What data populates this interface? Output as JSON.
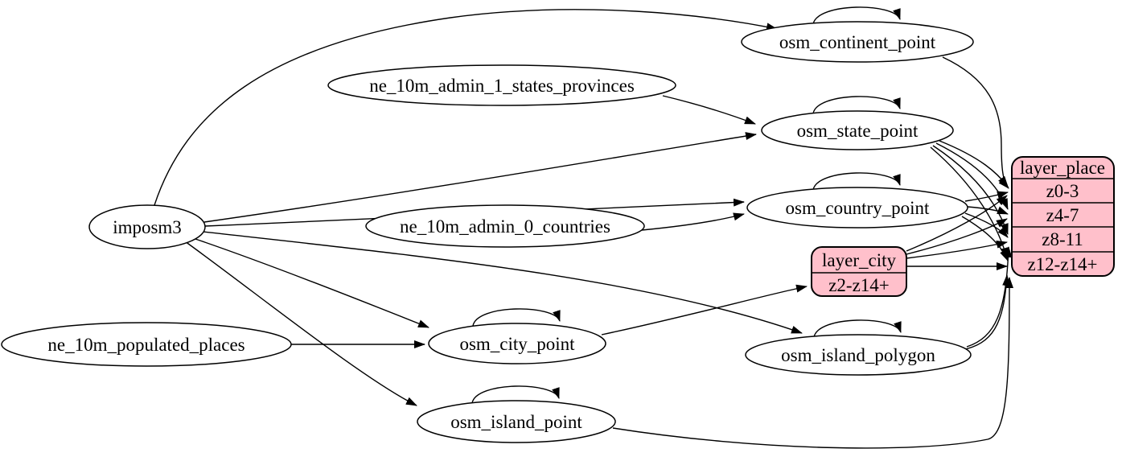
{
  "colors": {
    "record_fill": "#ffc0cb",
    "node_fill": "#ffffff",
    "stroke": "#000000",
    "background": "#ffffff"
  },
  "nodes": {
    "imposm3": "imposm3",
    "ne_10m_admin_1_states_provinces": "ne_10m_admin_1_states_provinces",
    "ne_10m_admin_0_countries": "ne_10m_admin_0_countries",
    "ne_10m_populated_places": "ne_10m_populated_places",
    "osm_continent_point": "osm_continent_point",
    "osm_state_point": "osm_state_point",
    "osm_country_point": "osm_country_point",
    "osm_city_point": "osm_city_point",
    "osm_island_polygon": "osm_island_polygon",
    "osm_island_point": "osm_island_point"
  },
  "records": {
    "layer_place": {
      "title": "layer_place",
      "rows": [
        "z0-3",
        "z4-7",
        "z8-11",
        "z12-z14+"
      ]
    },
    "layer_city": {
      "title": "layer_city",
      "rows": [
        "z2-z14+"
      ]
    }
  },
  "edges": [
    {
      "from": "imposm3",
      "to": "osm_continent_point"
    },
    {
      "from": "imposm3",
      "to": "osm_state_point"
    },
    {
      "from": "imposm3",
      "to": "osm_country_point"
    },
    {
      "from": "imposm3",
      "to": "osm_city_point"
    },
    {
      "from": "imposm3",
      "to": "osm_island_polygon"
    },
    {
      "from": "imposm3",
      "to": "osm_island_point"
    },
    {
      "from": "ne_10m_admin_1_states_provinces",
      "to": "osm_state_point"
    },
    {
      "from": "ne_10m_admin_0_countries",
      "to": "osm_country_point"
    },
    {
      "from": "ne_10m_populated_places",
      "to": "osm_city_point"
    },
    {
      "from": "osm_continent_point",
      "to": "osm_continent_point"
    },
    {
      "from": "osm_state_point",
      "to": "osm_state_point"
    },
    {
      "from": "osm_country_point",
      "to": "osm_country_point"
    },
    {
      "from": "osm_city_point",
      "to": "osm_city_point"
    },
    {
      "from": "osm_island_polygon",
      "to": "osm_island_polygon"
    },
    {
      "from": "osm_island_point",
      "to": "osm_island_point"
    },
    {
      "from": "osm_continent_point",
      "to": "layer_place:z0-3"
    },
    {
      "from": "osm_state_point",
      "to": "layer_place:z0-3"
    },
    {
      "from": "osm_state_point",
      "to": "layer_place:z4-7"
    },
    {
      "from": "osm_state_point",
      "to": "layer_place:z8-11"
    },
    {
      "from": "osm_state_point",
      "to": "layer_place:z12-z14+"
    },
    {
      "from": "osm_country_point",
      "to": "layer_place:z0-3"
    },
    {
      "from": "osm_country_point",
      "to": "layer_place:z4-7"
    },
    {
      "from": "osm_country_point",
      "to": "layer_place:z8-11"
    },
    {
      "from": "osm_country_point",
      "to": "layer_place:z12-z14+"
    },
    {
      "from": "osm_city_point",
      "to": "layer_city:z2-z14+"
    },
    {
      "from": "layer_city",
      "to": "layer_place:z0-3"
    },
    {
      "from": "layer_city",
      "to": "layer_place:z4-7"
    },
    {
      "from": "layer_city",
      "to": "layer_place:z8-11"
    },
    {
      "from": "layer_city",
      "to": "layer_place:z12-z14+"
    },
    {
      "from": "osm_island_polygon",
      "to": "layer_place:z8-11"
    },
    {
      "from": "osm_island_polygon",
      "to": "layer_place:z12-z14+"
    },
    {
      "from": "osm_island_point",
      "to": "layer_place:z12-z14+"
    }
  ]
}
